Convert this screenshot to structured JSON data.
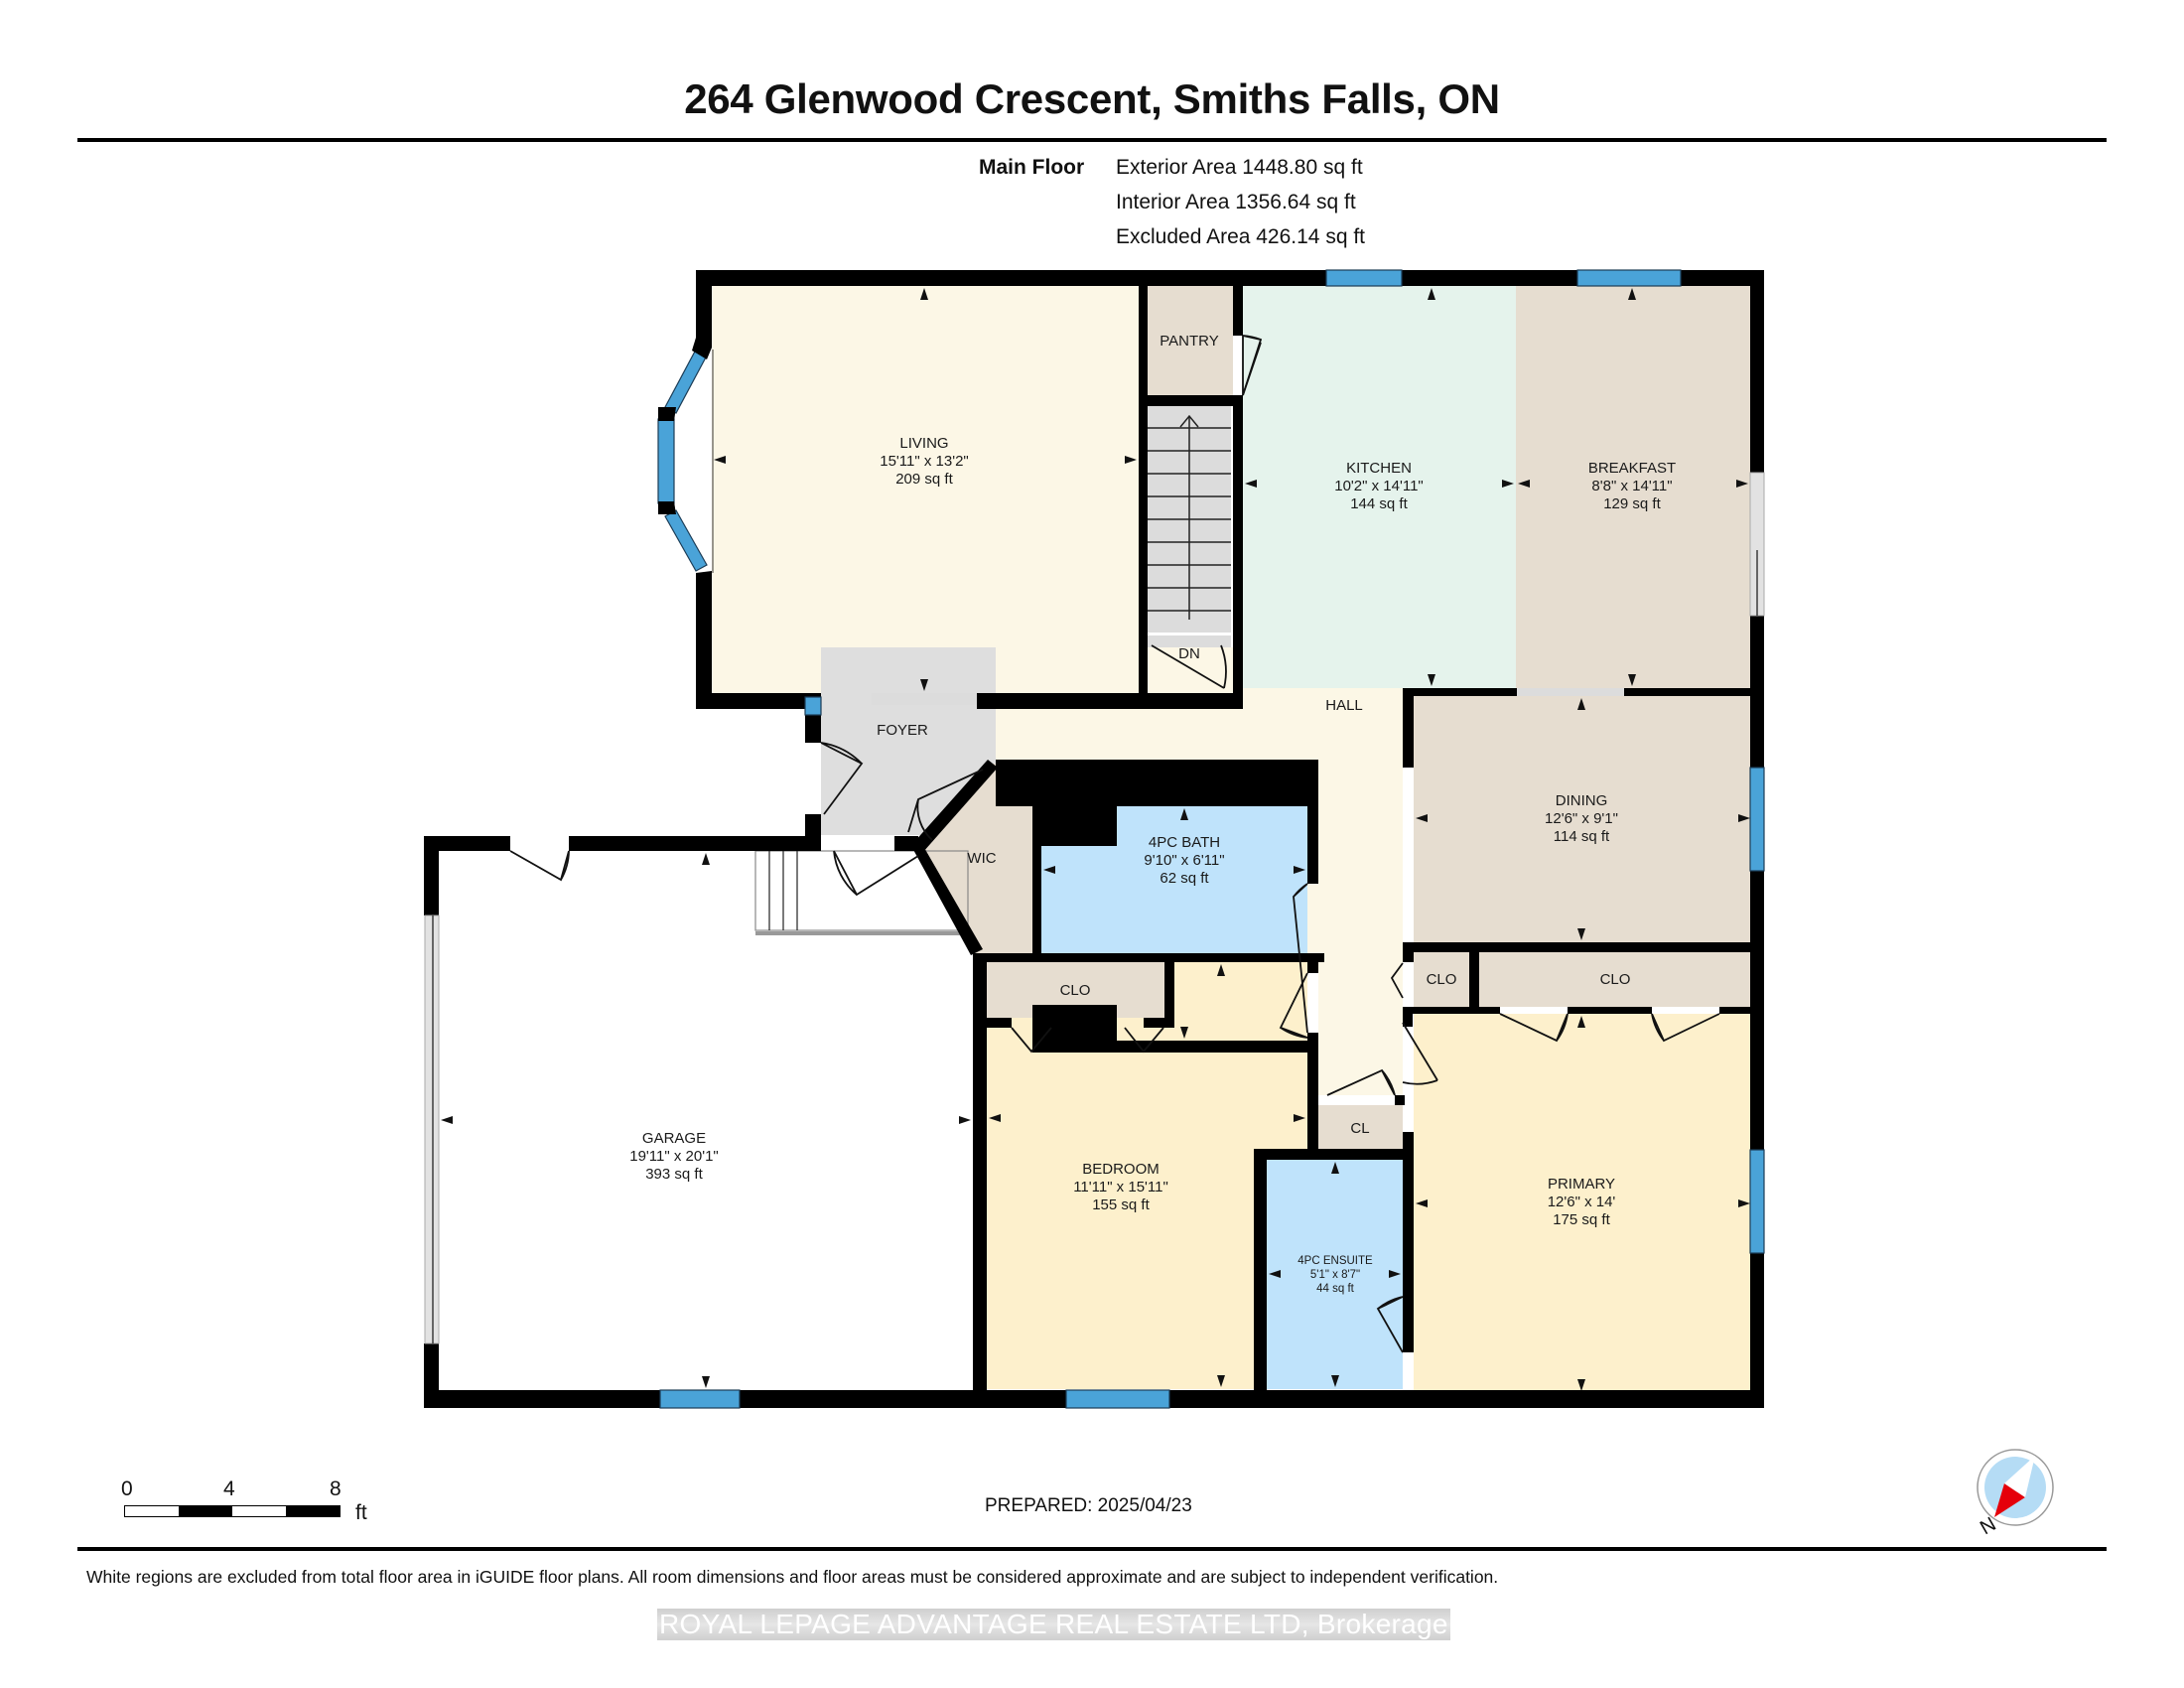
{
  "header": {
    "title": "264 Glenwood Crescent, Smiths Falls, ON",
    "floor_label": "Main Floor",
    "areas": [
      "Exterior Area 1448.80 sq ft",
      "Interior Area 1356.64 sq ft",
      "Excluded Area 426.14 sq ft"
    ]
  },
  "colors": {
    "wall": "#000000",
    "window": "#4aa3d8",
    "living": "#fcf7e6",
    "kitchen": "#e5f3ec",
    "beige": "#e6ddd0",
    "bath": "#bfe3fb",
    "bedroom": "#fdf0cc",
    "foyer": "#dedede",
    "hall": "#fcf7e6",
    "stairs": "#dcdcdc",
    "excluded": "#ffffff"
  },
  "rooms": [
    {
      "id": "living",
      "name": "LIVING",
      "dims": "15'11\" x 13'2\"",
      "area": "209 sq ft"
    },
    {
      "id": "pantry",
      "name": "PANTRY"
    },
    {
      "id": "kitchen",
      "name": "KITCHEN",
      "dims": "10'2\" x 14'11\"",
      "area": "144 sq ft"
    },
    {
      "id": "breakfast",
      "name": "BREAKFAST",
      "dims": "8'8\" x 14'11\"",
      "area": "129 sq ft"
    },
    {
      "id": "foyer",
      "name": "FOYER"
    },
    {
      "id": "hall",
      "name": "HALL"
    },
    {
      "id": "stairs",
      "name": "DN"
    },
    {
      "id": "dining",
      "name": "DINING",
      "dims": "12'6\" x 9'1\"",
      "area": "114 sq ft"
    },
    {
      "id": "wic",
      "name": "WIC"
    },
    {
      "id": "bath",
      "name": "4PC BATH",
      "dims": "9'10\" x 6'11\"",
      "area": "62 sq ft"
    },
    {
      "id": "clo_small",
      "name": "CLO"
    },
    {
      "id": "clo_primary",
      "name": "CLO"
    },
    {
      "id": "clo_bedroom",
      "name": "CLO"
    },
    {
      "id": "cl",
      "name": "CL"
    },
    {
      "id": "garage",
      "name": "GARAGE",
      "dims": "19'11\" x 20'1\"",
      "area": "393 sq ft"
    },
    {
      "id": "bedroom",
      "name": "BEDROOM",
      "dims": "11'11\" x 15'11\"",
      "area": "155 sq ft"
    },
    {
      "id": "ensuite",
      "name": "4PC ENSUITE",
      "dims": "5'1\" x 8'7\"",
      "area": "44 sq ft"
    },
    {
      "id": "primary",
      "name": "PRIMARY",
      "dims": "12'6\" x 14'",
      "area": "175 sq ft"
    }
  ],
  "scale_bar": {
    "ticks": [
      "0",
      "4",
      "8"
    ],
    "unit": "ft"
  },
  "prepared": "PREPARED: 2025/04/23",
  "compass": {
    "label": "N"
  },
  "footer": {
    "disclaimer": "White regions are excluded from total floor area in iGUIDE floor plans. All room dimensions and floor areas must be considered approximate and are subject to independent verification.",
    "watermark": "ROYAL LEPAGE ADVANTAGE REAL ESTATE LTD, Brokerage"
  }
}
